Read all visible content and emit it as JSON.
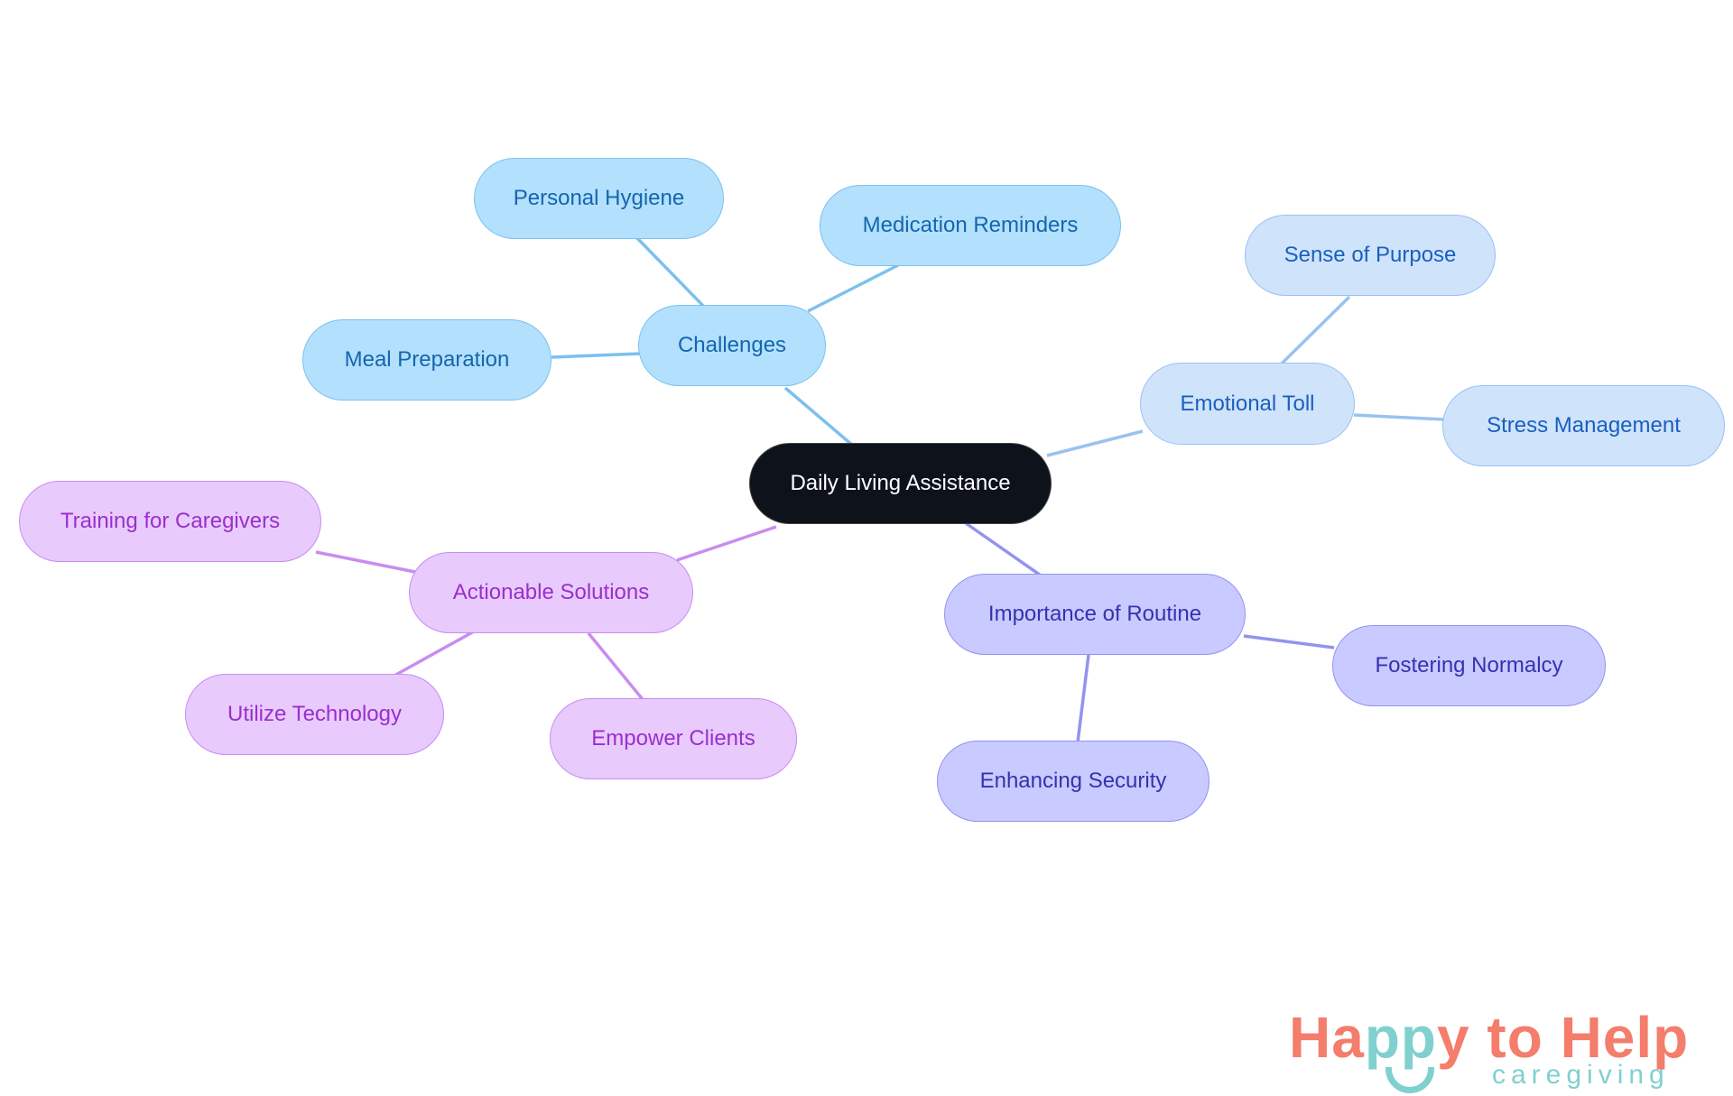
{
  "diagram": {
    "type": "mind-map",
    "root": {
      "label": "Daily Living Assistance"
    },
    "branches": [
      {
        "label": "Challenges",
        "color": "#b3e0fd",
        "children": [
          "Personal Hygiene",
          "Medication Reminders",
          "Meal Preparation"
        ]
      },
      {
        "label": "Emotional Toll",
        "color": "#cfe3fb",
        "children": [
          "Sense of Purpose",
          "Stress Management"
        ]
      },
      {
        "label": "Actionable Solutions",
        "color": "#e8cafd",
        "children": [
          "Training for Caregivers",
          "Utilize Technology",
          "Empower Clients"
        ]
      },
      {
        "label": "Importance of Routine",
        "color": "#c9caff",
        "children": [
          "Fostering Normalcy",
          "Enhancing Security"
        ]
      }
    ]
  },
  "nodes": {
    "root": "Daily Living Assistance",
    "challenges": "Challenges",
    "personal_hygiene": "Personal Hygiene",
    "medication_reminders": "Medication Reminders",
    "meal_preparation": "Meal Preparation",
    "emotional_toll": "Emotional Toll",
    "sense_of_purpose": "Sense of Purpose",
    "stress_management": "Stress Management",
    "actionable_solutions": "Actionable Solutions",
    "training_for_caregivers": "Training for Caregivers",
    "utilize_technology": "Utilize Technology",
    "empower_clients": "Empower Clients",
    "importance_of_routine": "Importance of Routine",
    "fostering_normalcy": "Fostering Normalcy",
    "enhancing_security": "Enhancing Security"
  },
  "logo": {
    "main_a": "Ha",
    "main_b": "pp",
    "main_c": "y to Help",
    "sub": "caregiving"
  },
  "colors": {
    "edge_blue": "#7cc0ee",
    "edge_lblue": "#99c2f0",
    "edge_purple": "#c98cf0",
    "edge_indigo": "#9393ee",
    "logo_coral": "#f47d6c",
    "logo_teal": "#80d0cf"
  }
}
